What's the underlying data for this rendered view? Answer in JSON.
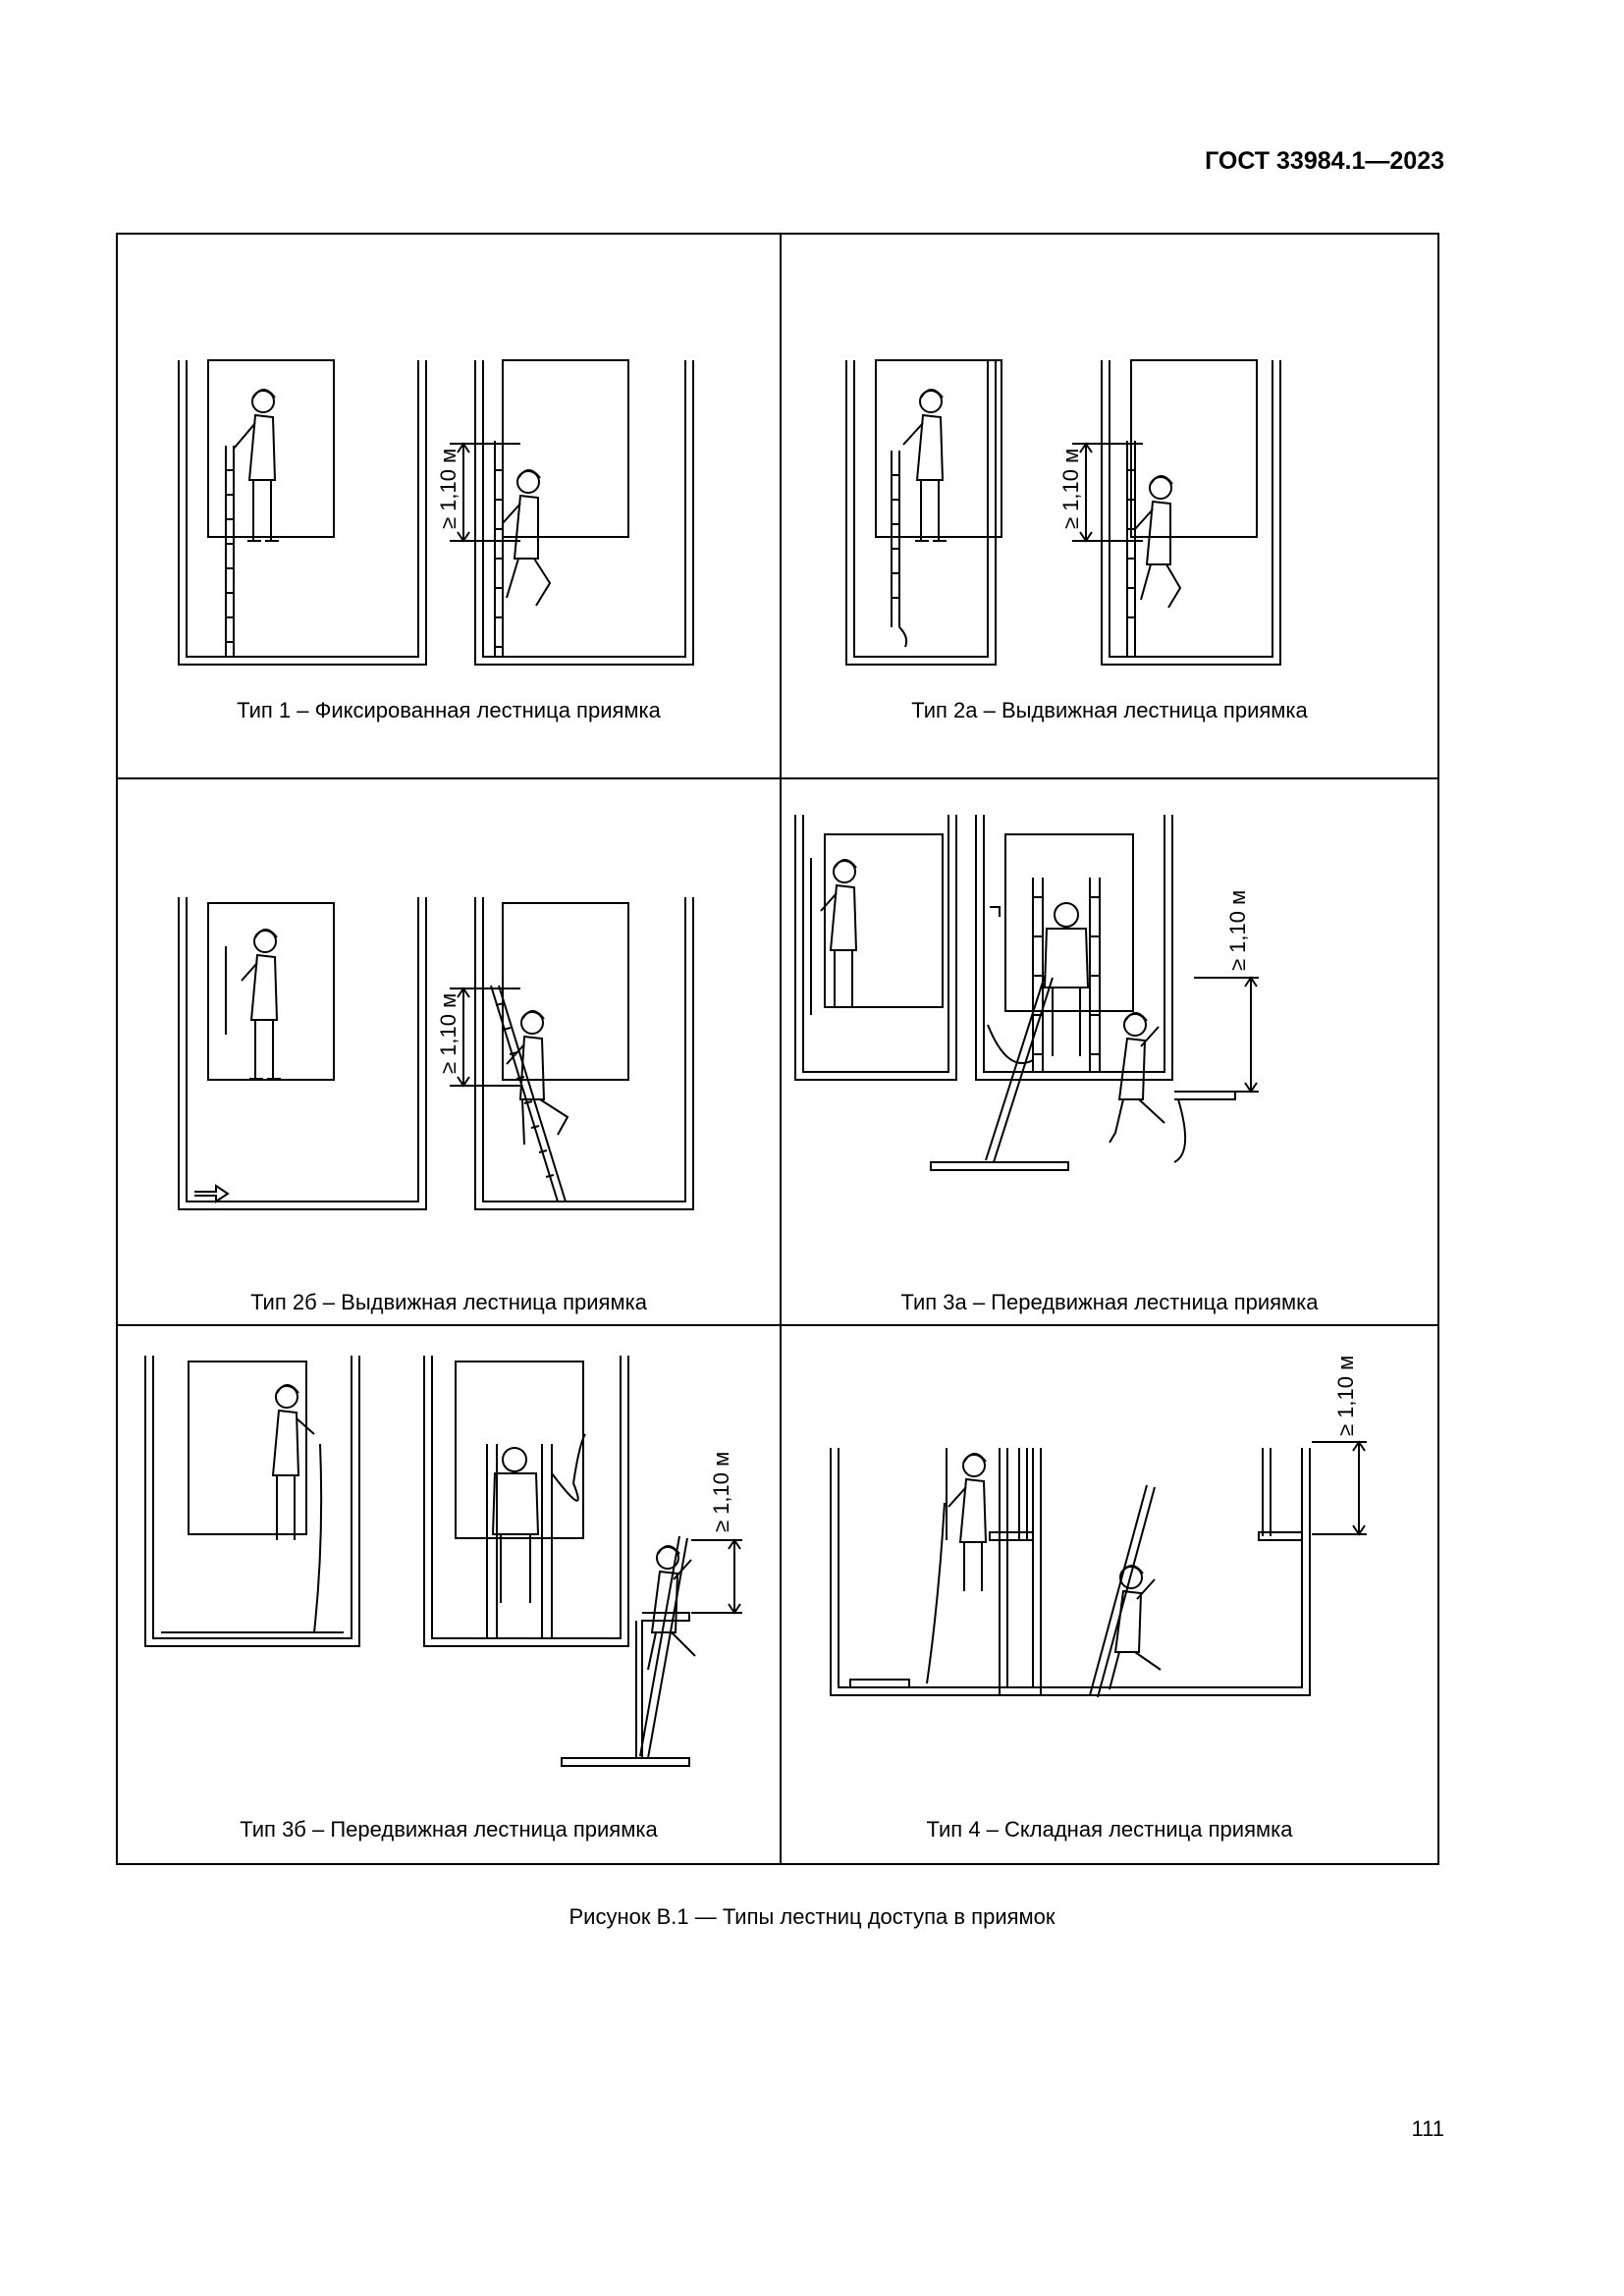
{
  "header": {
    "doc_code": "ГОСТ 33984.1—2023"
  },
  "figure": {
    "cells": [
      {
        "caption": "Тип 1 – Фиксированная лестница приямка",
        "dimension": "≥ 1,10 м"
      },
      {
        "caption": "Тип 2а – Выдвижная лестница приямка",
        "dimension": "≥ 1,10 м"
      },
      {
        "caption": "Тип 2б – Выдвижная лестница приямка",
        "dimension": "≥ 1,10 м"
      },
      {
        "caption": "Тип 3а – Передвижная лестница приямка",
        "dimension": "≥ 1,10 м"
      },
      {
        "caption": "Тип 3б – Передвижная лестница приямка",
        "dimension": "≥ 1,10 м"
      },
      {
        "caption": "Тип 4 – Складная лестница приямка",
        "dimension": "≥ 1,10 м"
      }
    ],
    "caption": "Рисунок В.1 — Типы лестниц доступа в приямок"
  },
  "footer": {
    "page_number": "111"
  }
}
